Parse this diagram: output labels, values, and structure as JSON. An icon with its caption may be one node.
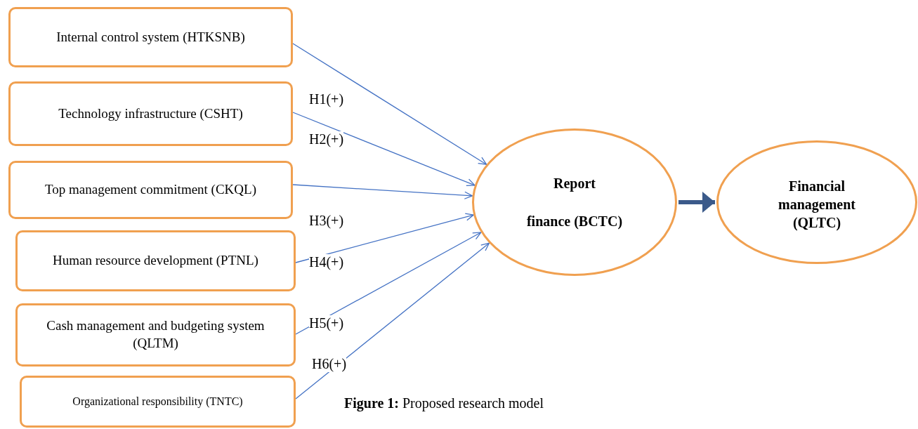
{
  "diagram": {
    "caption": "**Figure 1:**  Proposed research model",
    "nodes": [
      {
        "text": [
          "Internal control system (HTKSNB)"
        ]
      },
      {
        "text": [
          "Technology infrastructure (CSHT)"
        ]
      },
      {
        "text": [
          "Top management commitment (CKQL)"
        ]
      },
      {
        "text": [
          "Human resource development (PTNL)"
        ]
      },
      {
        "text": [
          "Cash management and budgeting system (QLTM)"
        ]
      },
      {
        "text": [
          "Organizational responsibility (TNTC)"
        ]
      },
      {
        "text": [
          "Report",
          "finance (BCTC)"
        ]
      },
      {
        "text": [
          "Financial management (QLTC)"
        ]
      }
    ],
    "edges": [
      {
        "from": 0,
        "to": 6,
        "arrow": "to"
      },
      {
        "from": 1,
        "to": 6,
        "arrow": "to"
      },
      {
        "from": 2,
        "to": 6,
        "arrow": "to"
      },
      {
        "from": 3,
        "to": 6,
        "arrow": "to"
      },
      {
        "from": 4,
        "to": 6,
        "arrow": "to"
      },
      {
        "from": 5,
        "to": 6,
        "arrow": "to"
      },
      {
        "from": 6,
        "to": 7,
        "arrow": "to",
        "style": "thick",
        "color": "#3b5a8a"
      }
    ],
    "labels": [
      "H1(+)",
      "H2(+)",
      "H3(+)",
      "H4(+)",
      "H5(+)",
      "H6(+)"
    ]
  }
}
